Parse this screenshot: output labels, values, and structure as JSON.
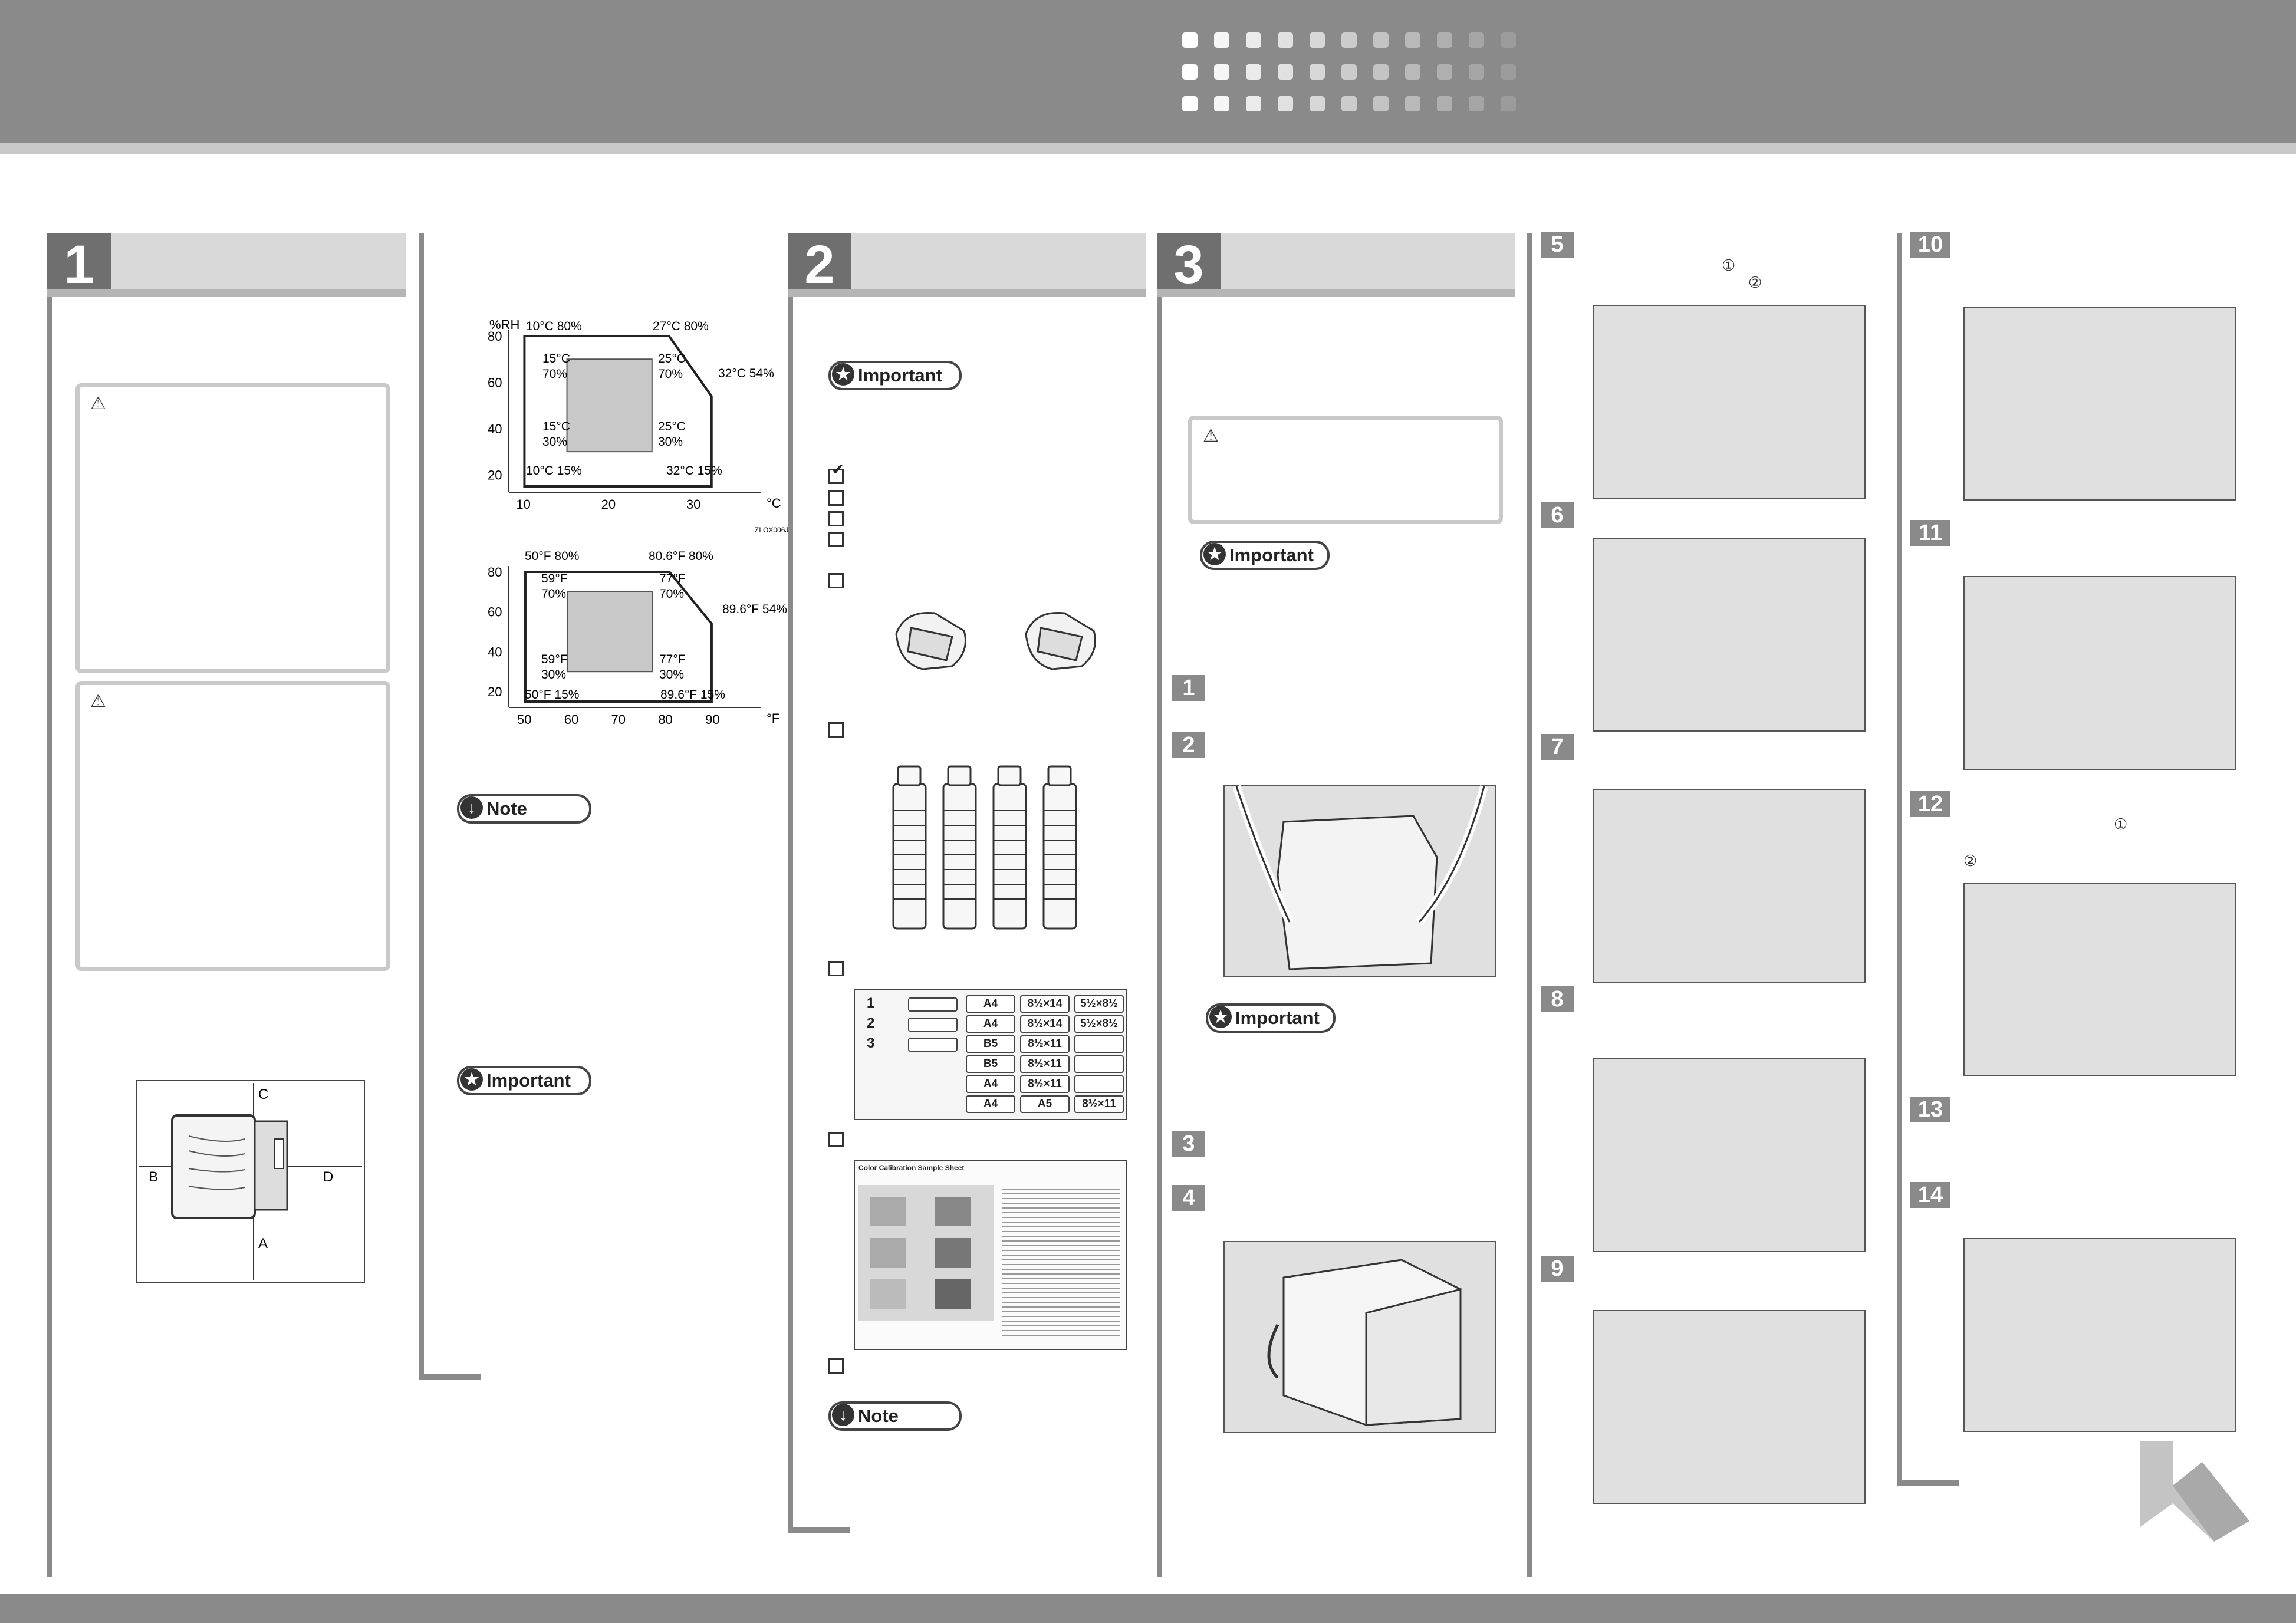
{
  "sections": [
    {
      "num": "1"
    },
    {
      "num": "2"
    },
    {
      "num": "3"
    }
  ],
  "warning_icon": "⚠",
  "labels": {
    "important": "Important",
    "note": "Note",
    "check": "✔",
    "circ1": "①",
    "circ2": "②"
  },
  "clearance": {
    "a": "A",
    "b": "B",
    "c": "C",
    "d": "D"
  },
  "steps": [
    "1",
    "2",
    "3",
    "4",
    "5",
    "6",
    "7",
    "8",
    "9",
    "10",
    "11",
    "12",
    "13",
    "14"
  ],
  "chart_data": [
    {
      "type": "area",
      "unit": "°C",
      "ylabel": "%RH",
      "x_ticks": [
        "10",
        "20",
        "30"
      ],
      "y_ticks": [
        "20",
        "40",
        "60",
        "80"
      ],
      "outer": [
        "10°C 80%",
        "27°C 80%",
        "32°C 54%",
        "32°C 15%",
        "10°C 15%"
      ],
      "inner": [
        "15°C 70%",
        "25°C 70%",
        "25°C 30%",
        "15°C 30%"
      ],
      "code": "ZLOX006J"
    },
    {
      "type": "area",
      "unit": "°F",
      "ylabel": "",
      "x_ticks": [
        "50",
        "60",
        "70",
        "80",
        "90"
      ],
      "y_ticks": [
        "20",
        "40",
        "60",
        "80"
      ],
      "outer": [
        "50°F 80%",
        "80.6°F 80%",
        "89.6°F 54%",
        "89.6°F 15%",
        "50°F 15%"
      ],
      "inner": [
        "59°F 70%",
        "77°F 70%",
        "77°F 30%",
        "59°F 30%"
      ]
    }
  ],
  "tray_table": {
    "rows": [
      {
        "tray": "1",
        "sizes": [
          "A4",
          "8½×14",
          "5½×8½"
        ]
      },
      {
        "tray": "2",
        "sizes": [
          "A4",
          "8½×14",
          "5½×8½"
        ]
      },
      {
        "tray": "3",
        "sizes": [
          "B5",
          "8½×11",
          ""
        ]
      },
      {
        "tray": "",
        "sizes": [
          "B5",
          "8½×11",
          ""
        ]
      },
      {
        "tray": "",
        "sizes": [
          "A4",
          "8½×11",
          ""
        ]
      },
      {
        "tray": "",
        "sizes": [
          "A4",
          "A5",
          "8½×11"
        ]
      }
    ]
  },
  "calibration_sheet": {
    "title": "Color Calibration Sample Sheet"
  }
}
